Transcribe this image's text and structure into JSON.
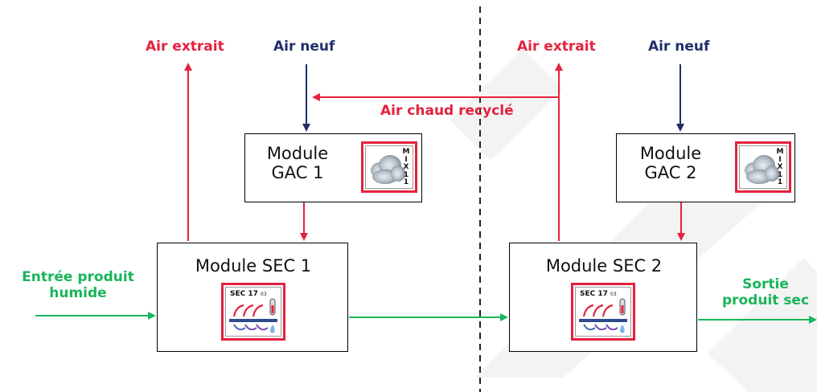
{
  "labels": {
    "air_extrait_1": "Air extrait",
    "air_neuf_1": "Air neuf",
    "air_extrait_2": "Air extrait",
    "air_neuf_2": "Air neuf",
    "air_chaud_recycle": "Air chaud recyclé",
    "entree_produit": "Entrée produit humide",
    "sortie_produit": "Sortie produit sec"
  },
  "modules": {
    "gac1": {
      "title": "Module GAC 1",
      "icon_text": "MIX 11"
    },
    "gac2": {
      "title": "Module GAC 2",
      "icon_text": "MIX 11"
    },
    "sec1": {
      "title": "Module SEC 1",
      "icon_text": "SEC 17",
      "icon_sup": "03"
    },
    "sec2": {
      "title": "Module SEC 2",
      "icon_text": "SEC 17",
      "icon_sup": "03"
    }
  },
  "colors": {
    "extract_air": "#e5213e",
    "fresh_air": "#1f2f6b",
    "product_flow": "#19b55a",
    "box_border": "#000000",
    "icon_frame": "#e5213e"
  },
  "icons": {
    "gac": "cloud-mix-icon",
    "sec": "drying-sec-icon"
  }
}
